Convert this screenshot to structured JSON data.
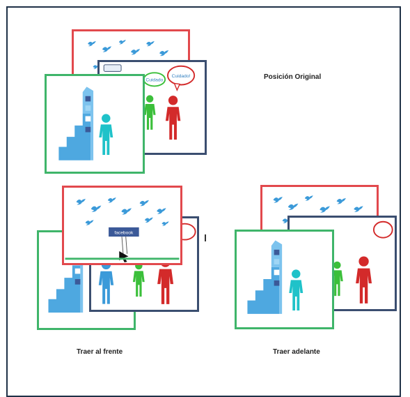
{
  "captions": {
    "original": "Posición Original",
    "front": "Traer al frente",
    "forward": "Traer adelante"
  },
  "labels": {
    "bubble_left": "Cuidado",
    "bubble_right": "Cuidado!",
    "facebook": "facebook"
  },
  "icons": [
    "twitter-bird-icon",
    "facebook-badge-icon",
    "social-tower-icon",
    "person-icon",
    "speech-bubble-icon",
    "cursor-arrow-icon"
  ],
  "colors": {
    "frame": "#1f3147",
    "red_border": "#e2494d",
    "green_border": "#3fb56a",
    "navy_border": "#3b4e70",
    "bird": "#3b9ad9",
    "tower": "#4ea8e0",
    "person_green": "#3bbf3a",
    "person_red": "#d32a2a",
    "person_cyan": "#1fc2c9",
    "facebook": "#3b5998"
  }
}
